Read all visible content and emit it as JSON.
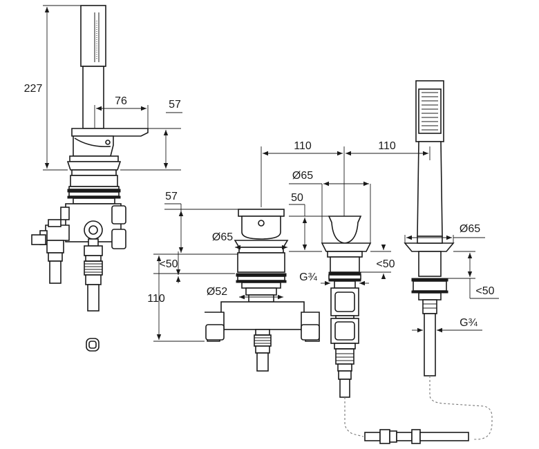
{
  "dimensions": {
    "d227": "227",
    "d76": "76",
    "d57_top": "57",
    "d110_left": "110",
    "d110_right": "110",
    "d65_valve2": "Ø65",
    "d50_valve2": "50",
    "d57_mid": "57",
    "d65_valve1": "Ø65",
    "lt50_valve1": "<50",
    "d110_height": "110",
    "d52": "Ø52",
    "lt50_valve2": "<50",
    "g34_valve2": "G¾",
    "d65_shower": "Ø65",
    "lt50_shower": "<50",
    "g34_shower": "G¾"
  }
}
